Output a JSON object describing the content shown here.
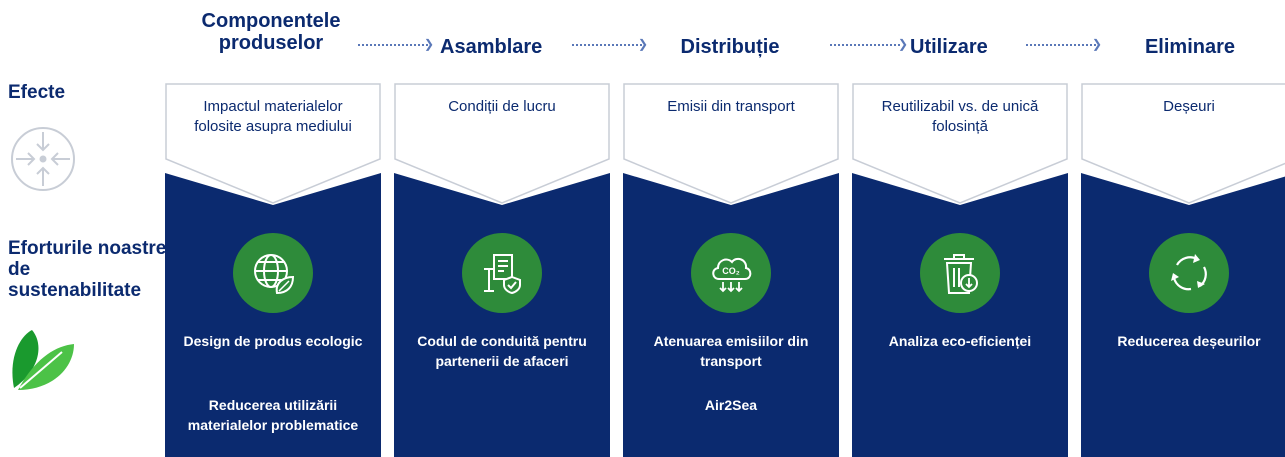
{
  "stages": [
    {
      "title": "Componentele produselor"
    },
    {
      "title": "Asamblare"
    },
    {
      "title": "Distribuție"
    },
    {
      "title": "Utilizare"
    },
    {
      "title": "Eliminare"
    }
  ],
  "labels": {
    "effects": "Efecte",
    "efforts": "Eforturile noastre de sustenabilitate"
  },
  "columns": [
    {
      "effect": "Impactul materialelor folosite asupra mediului",
      "icon": "globe-leaf-icon",
      "efforts": [
        "Design de produs ecologic",
        "Reducerea utilizării materialelor problematice"
      ]
    },
    {
      "effect": "Condiții de lucru",
      "icon": "code-of-conduct-icon",
      "efforts": [
        "Codul de conduită pentru partenerii de afaceri"
      ]
    },
    {
      "effect": "Emisii din transport",
      "icon": "co2-cloud-icon",
      "efforts": [
        "Atenuarea emisiilor din transport",
        "Air2Sea"
      ]
    },
    {
      "effect": "Reutilizabil vs. de unică folosință",
      "icon": "trash-bin-icon",
      "efforts": [
        "Analiza eco-eficienței"
      ]
    },
    {
      "effect": "Deșeuri",
      "icon": "recycle-icon",
      "efforts": [
        "Reducerea deșeurilor"
      ]
    }
  ],
  "colors": {
    "navy": "#0b2a6f",
    "green": "#2e8b3a",
    "leaf_light": "#4cc247",
    "leaf_dark": "#1a9a2e",
    "chevron_stroke": "#c8cdd6"
  }
}
